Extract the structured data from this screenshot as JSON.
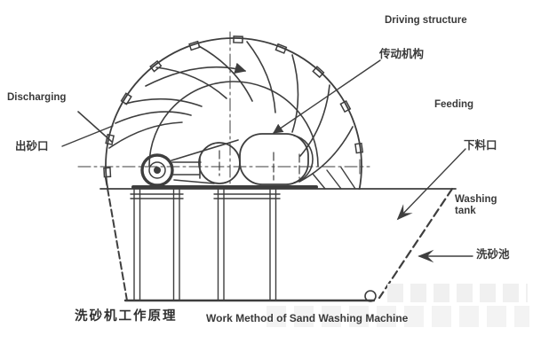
{
  "figure": {
    "caption_zh": "洗砂机工作原理",
    "caption_en": "Work Method of Sand Washing Machine"
  },
  "labels": {
    "driving_structure_en": "Driving structure",
    "driving_structure_zh": "传动机构",
    "discharging_en": "Discharging",
    "discharging_zh": "出砂口",
    "feeding_en": "Feeding",
    "feeding_zh": "下料口",
    "washing_tank_en": "Washing tank",
    "washing_tank_zh": "洗砂池"
  },
  "colors": {
    "line": "#3e3e3e",
    "text": "#3a3a3a",
    "background": "#ffffff",
    "watermark_block": "#f0f0f0"
  }
}
